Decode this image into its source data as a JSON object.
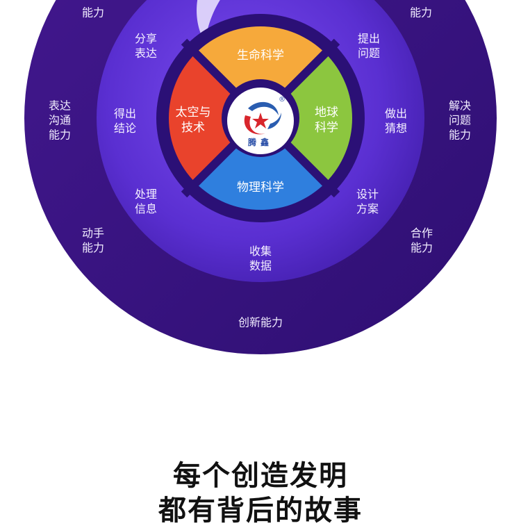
{
  "colors": {
    "outer_ring": "#3a1784",
    "middle_ring": "#5a2fd1",
    "inner_ring": "#2b1076",
    "life_science": "#f6a93b",
    "earth_science": "#8cc63f",
    "physical_science": "#2f7fde",
    "space_technology": "#e9432c"
  },
  "outer_ring": {
    "top_left_partial": "能力",
    "top_right_partial": "能力",
    "left": "表达\n沟通\n能力",
    "right": "解决\n问题\n能力",
    "bottom_left": "动手\n能力",
    "bottom_right": "合作\n能力",
    "bottom": "创新能力"
  },
  "middle_ring": {
    "share": "分享\n表达",
    "conclude": "得出\n结论",
    "process": "处理\n信息",
    "collect": "收集\n数据",
    "design": "设计\n方案",
    "hypothesize": "做出\n猜想",
    "question": "提出\n问题"
  },
  "quadrants": {
    "top": "生命科学",
    "right": "地球\n科学",
    "bottom": "物理科学",
    "left": "太空与\n技术"
  },
  "logo": {
    "text": "腾鑫",
    "registered_mark": "®",
    "icon": "star-crescent-logo-icon"
  },
  "headline": {
    "line1": "每个创造发明",
    "line2": "都有背后的故事"
  }
}
